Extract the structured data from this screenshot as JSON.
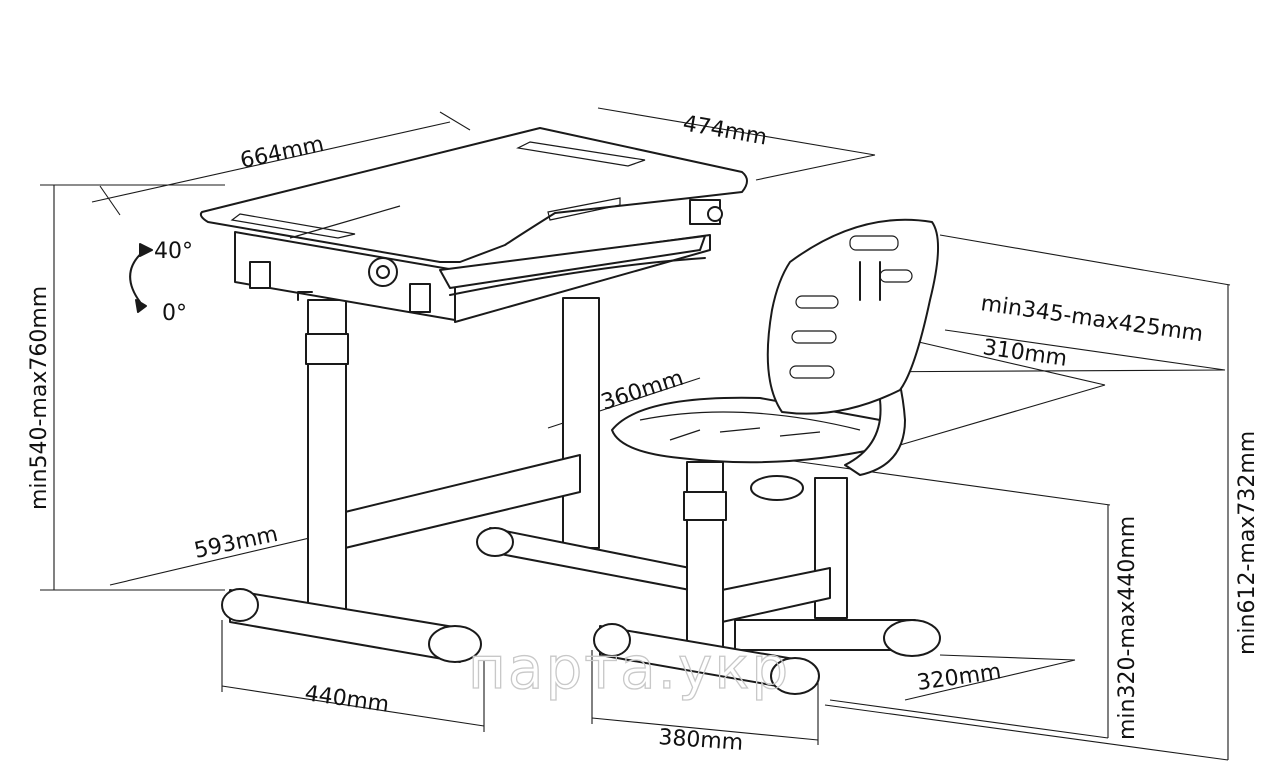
{
  "dimensions": {
    "desk_width": "664mm",
    "desk_depth": "474mm",
    "desk_height": "min540-max760mm",
    "tilt_max": "40°",
    "tilt_min": "0°",
    "desk_leg_span": "593mm",
    "desk_base": "440mm",
    "seat_width": "360mm",
    "backrest_height": "min345-max425mm",
    "backrest_width": "310mm",
    "chair_height": "min612-max732mm",
    "seat_height": "min320-max440mm",
    "chair_base_depth": "320mm",
    "chair_base_width": "380mm"
  },
  "watermark": "парта.укр"
}
